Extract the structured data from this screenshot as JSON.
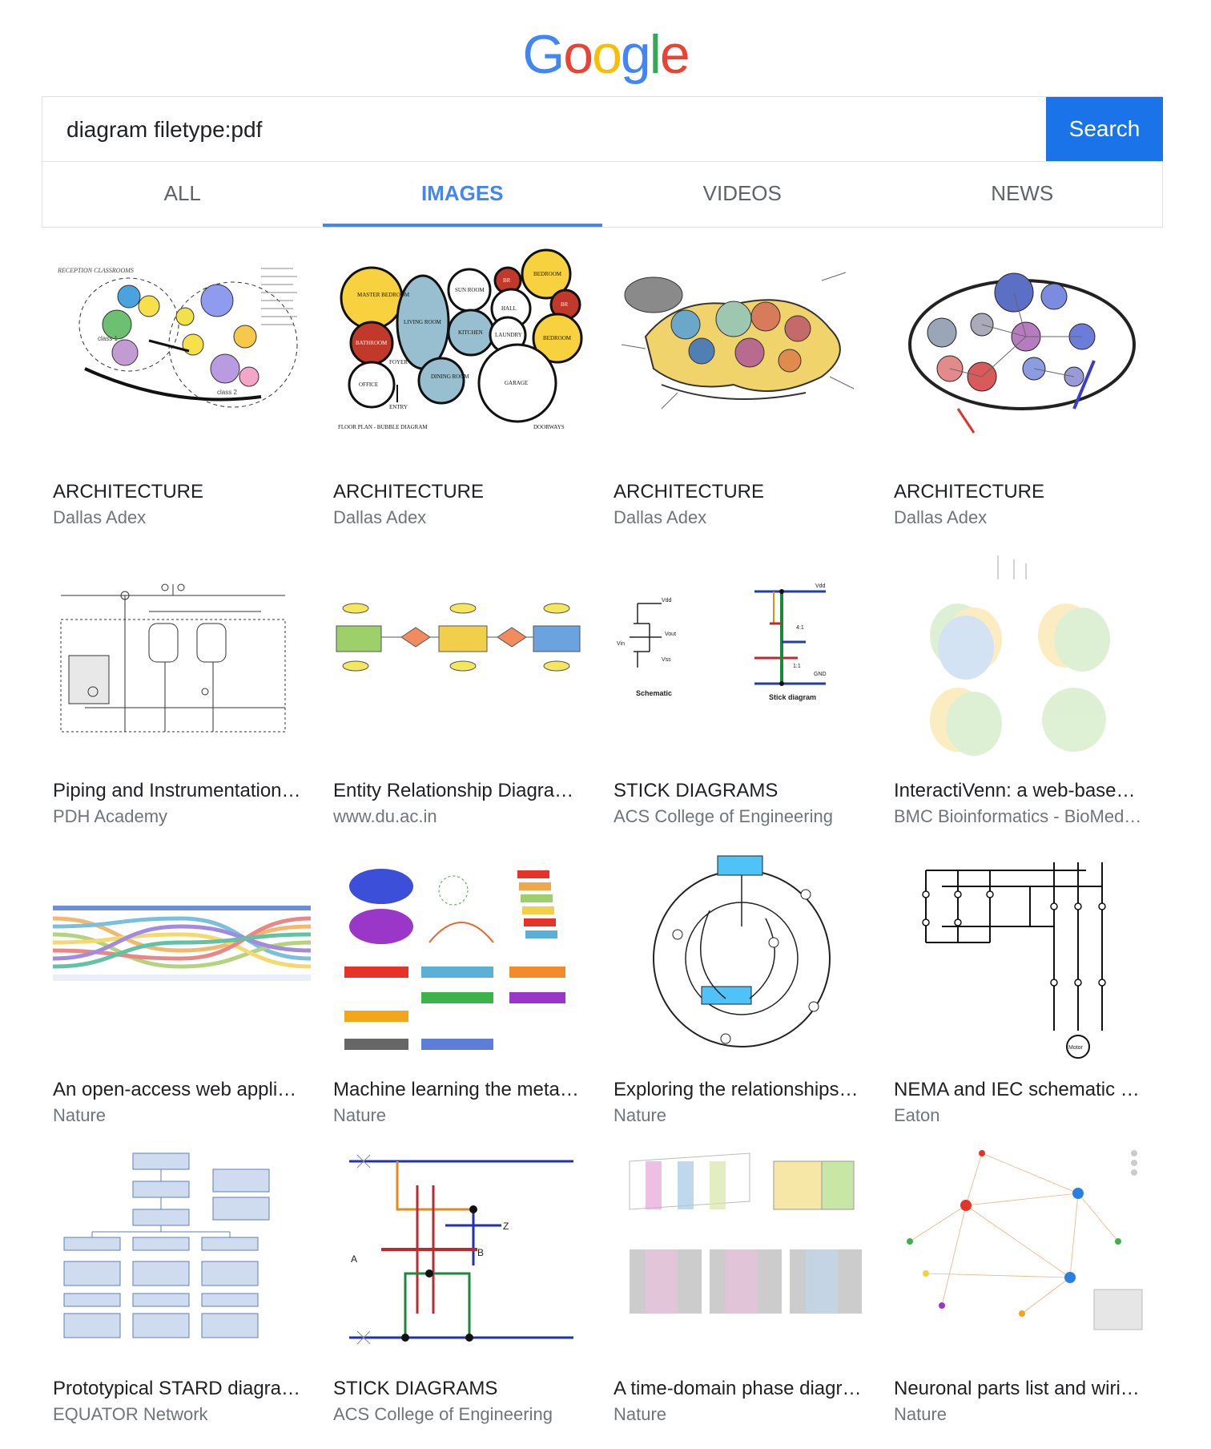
{
  "logo": {
    "letters": [
      "G",
      "o",
      "o",
      "g",
      "l",
      "e"
    ],
    "colors": [
      "#4285f4",
      "#ea4335",
      "#fbbc05",
      "#4285f4",
      "#34a853",
      "#ea4335"
    ]
  },
  "search": {
    "query": "diagram filetype:pdf",
    "button_label": "Search"
  },
  "tabs": [
    {
      "label": "ALL",
      "active": false
    },
    {
      "label": "IMAGES",
      "active": true
    },
    {
      "label": "VIDEOS",
      "active": false
    },
    {
      "label": "NEWS",
      "active": false
    }
  ],
  "results": [
    {
      "title": "ARCHITECTURE",
      "source": "Dallas Adex"
    },
    {
      "title": "ARCHITECTURE",
      "source": "Dallas Adex"
    },
    {
      "title": "ARCHITECTURE",
      "source": "Dallas Adex"
    },
    {
      "title": "ARCHITECTURE",
      "source": "Dallas Adex"
    },
    {
      "title": "Piping and Instrumentation…",
      "source": "PDH Academy"
    },
    {
      "title": "Entity Relationship Diagra…",
      "source": "www.du.ac.in"
    },
    {
      "title": "STICK DIAGRAMS",
      "source": "ACS College of Engineering"
    },
    {
      "title": "InteractiVenn: a web-base…",
      "source": "BMC Bioinformatics - BioMed…"
    },
    {
      "title": "An open-access web appli…",
      "source": "Nature"
    },
    {
      "title": "Machine learning the meta…",
      "source": "Nature"
    },
    {
      "title": "Exploring the relationships…",
      "source": "Nature"
    },
    {
      "title": "NEMA and IEC schematic …",
      "source": "Eaton"
    },
    {
      "title": "Prototypical STARD diagra…",
      "source": "EQUATOR Network"
    },
    {
      "title": "STICK DIAGRAMS",
      "source": "ACS College of Engineering"
    },
    {
      "title": "A time-domain phase diagr…",
      "source": "Nature"
    },
    {
      "title": "Neuronal parts list and wiri…",
      "source": "Nature"
    }
  ],
  "thumb_labels": {
    "t1": [
      "RECEPTION CLASSROOMS",
      "class 1",
      "class 2"
    ],
    "t2": [
      "MASTER BEDROOM",
      "SUN ROOM",
      "BR",
      "BEDROOM",
      "LIVING ROOM",
      "HALL",
      "BR",
      "BATHROOM",
      "KITCHEN",
      "LAUNDRY",
      "BEDROOM",
      "FOYER",
      "DINING ROOM",
      "OFFICE",
      "GARAGE",
      "ENTRY",
      "FLOOR PLAN - BUBBLE DIAGRAM",
      "DOORWAYS"
    ],
    "t7": [
      "Schematic",
      "Stick diagram",
      "Vdd",
      "Vout",
      "Vss",
      "Vin",
      "GND",
      "4:1",
      "1:1"
    ],
    "t12": [
      "Motor"
    ],
    "t14": [
      "A",
      "B",
      "Z"
    ]
  }
}
